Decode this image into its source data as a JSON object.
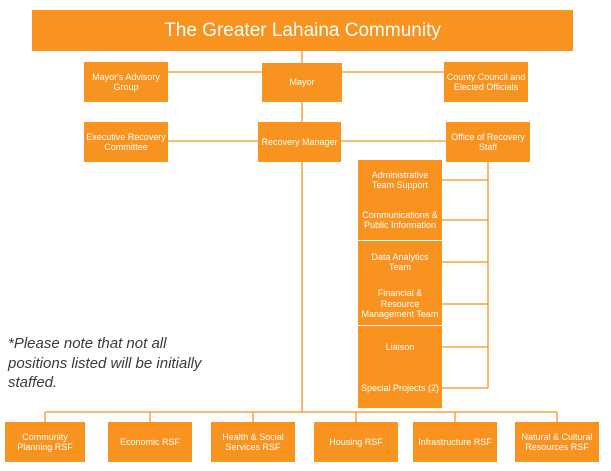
{
  "org_chart": {
    "title": "The Greater Lahaina Community",
    "leadership": {
      "mayor_advisory": "Mayor's Advisory Group",
      "mayor": "Mayor",
      "county_council": "County Council and Elected Officials",
      "exec_committee": "Executive Recovery Committee",
      "recovery_manager": "Recovery Manager",
      "office_staff": "Office of Recovery Staff"
    },
    "staff_units": [
      "Administrative Team Support",
      "Communications & Public Information",
      "Data Analytics Team",
      "Financial & Resource Management Team",
      "Liaison",
      "Special Projects (2)"
    ],
    "rsf_units": [
      "Community Planning RSF",
      "Economic RSF",
      "Health & Social Services RSF",
      "Housing RSF",
      "Infrastructure RSF",
      "Natural & Cultural Resources RSF"
    ],
    "note": "*Please note that not all positions listed will be initially staffed.",
    "colors": {
      "box": "#f7931e",
      "text": "#ffffff",
      "note": "#3a3a3a"
    }
  }
}
